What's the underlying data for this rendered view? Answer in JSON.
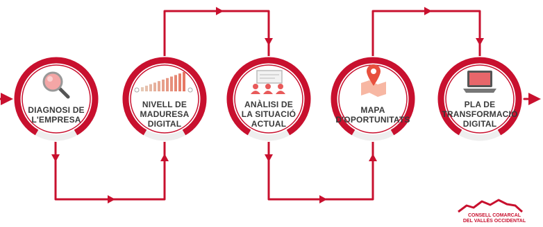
{
  "colors": {
    "accent": "#c8102e",
    "text": "#3a3a3a",
    "ring_light": "#eeeeee"
  },
  "steps": [
    {
      "id": "diagnosi",
      "icon": "magnifier-icon",
      "label_lines": [
        "DIAGNOSI DE",
        "L'EMPRESA"
      ]
    },
    {
      "id": "nivell",
      "icon": "maturity-bars-icon",
      "label_lines": [
        "NIVELL DE",
        "MADURESA",
        "DIGITAL"
      ]
    },
    {
      "id": "analisi",
      "icon": "presentation-icon",
      "label_lines": [
        "ANÀLISI DE",
        "LA SITUACIÓ",
        "ACTUAL"
      ]
    },
    {
      "id": "mapa",
      "icon": "map-pin-icon",
      "label_lines": [
        "MAPA",
        "D'OPORTUNITATS"
      ]
    },
    {
      "id": "pla",
      "icon": "laptop-icon",
      "label_lines": [
        "PLA DE",
        "TRANSFORMACIÓ",
        "DIGITAL"
      ]
    }
  ],
  "logo": {
    "lines": [
      "CONSELL COMARCAL",
      "DEL VALLÈS OCCIDENTAL"
    ]
  }
}
